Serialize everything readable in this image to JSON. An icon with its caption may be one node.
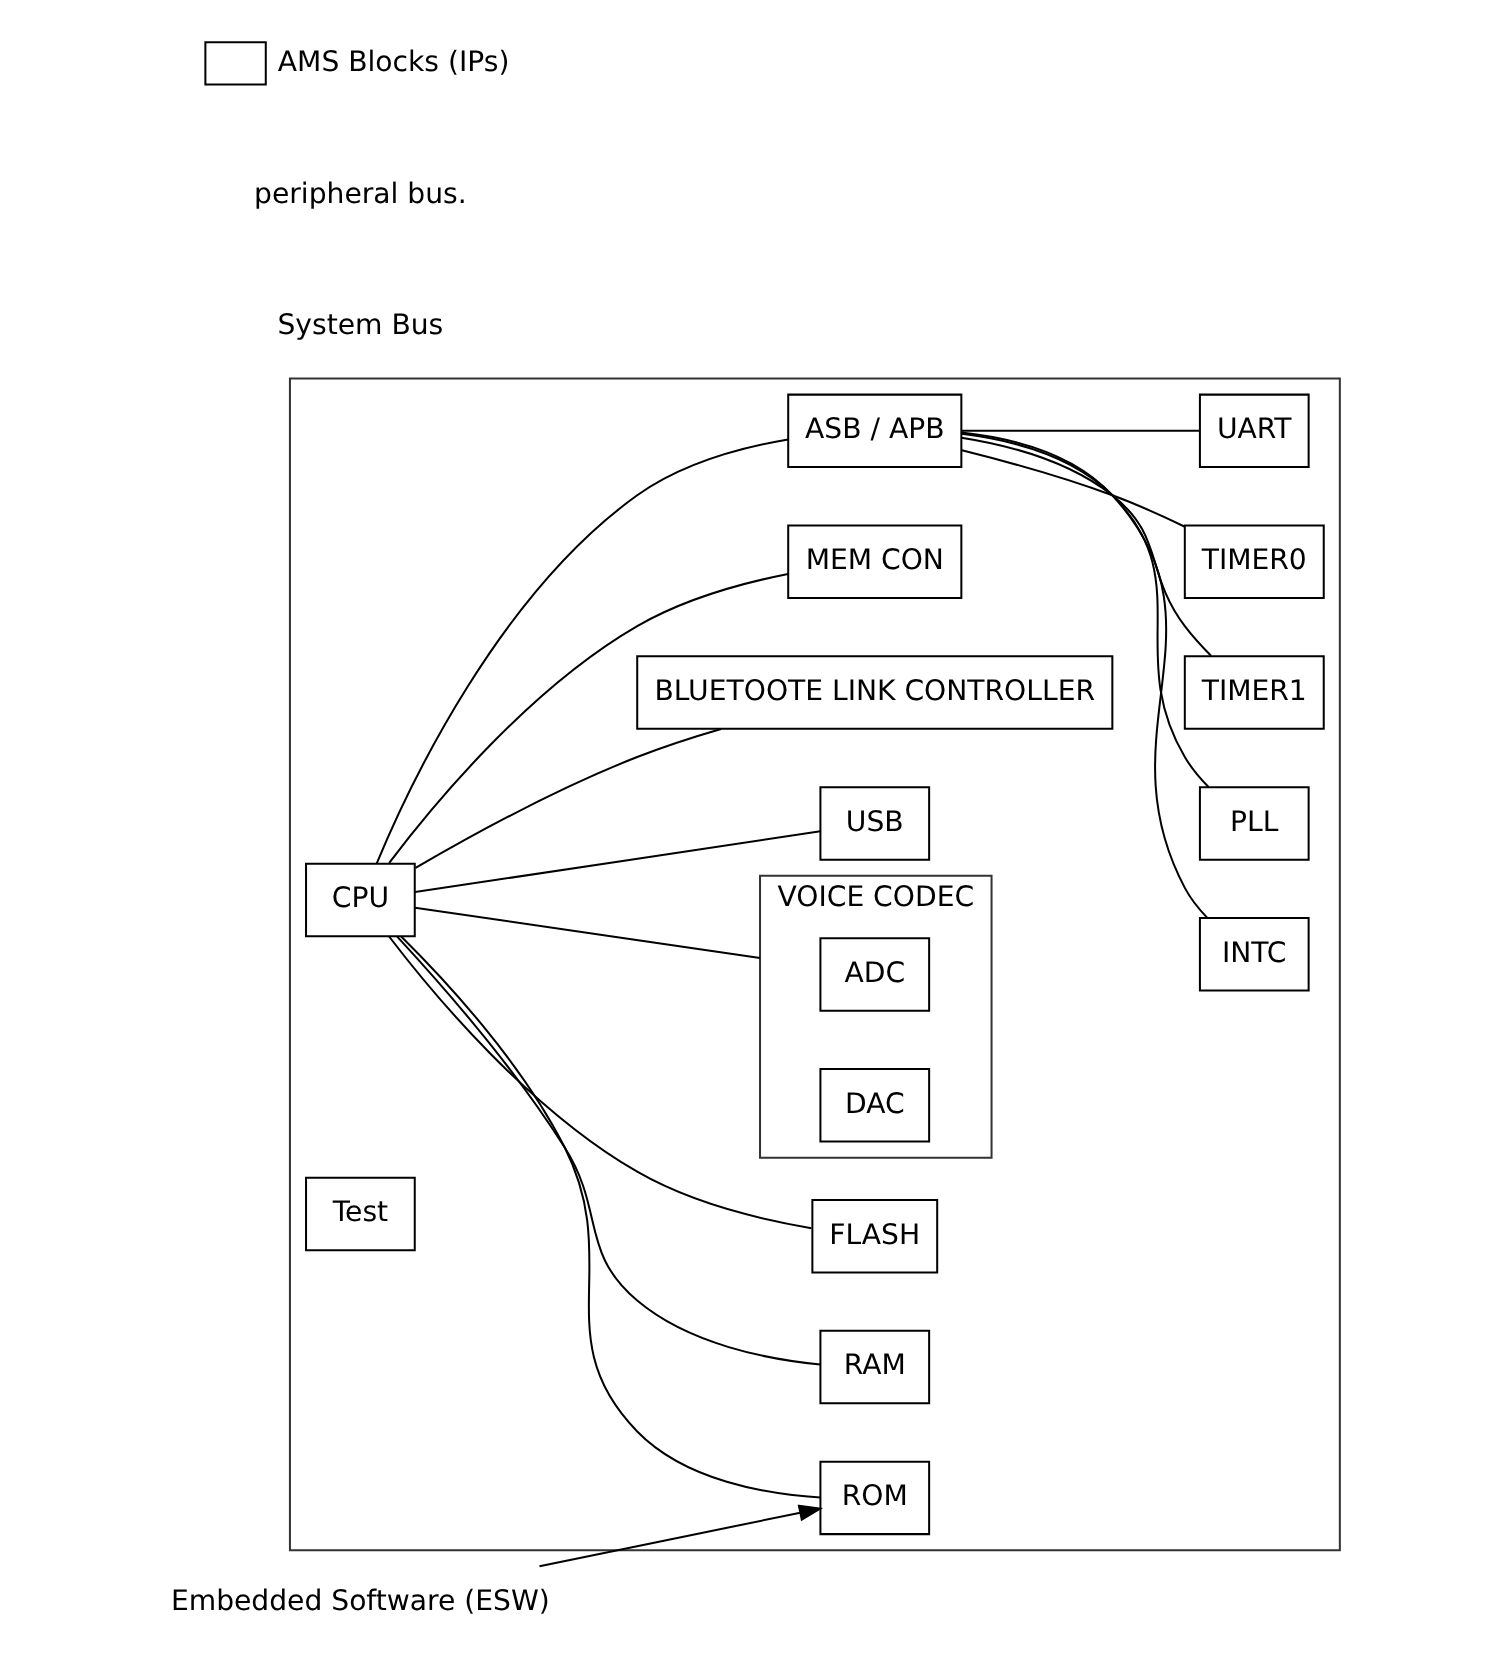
{
  "diagram": {
    "nodes": [
      {
        "text": [],
        "shape": "box"
      },
      {
        "text": [
          "Embedded Software (ESW)"
        ]
      },
      {
        "text": [
          "CPU"
        ],
        "in": 0
      },
      {
        "text": [
          "ROM"
        ],
        "in": 0
      },
      {
        "text": [
          "RAM"
        ],
        "in": 0
      },
      {
        "text": [
          "FLASH"
        ],
        "in": 0
      },
      {
        "text": [
          "VOICE CODEC"
        ],
        "in": 0
      },
      {
        "text": [
          "ADC"
        ],
        "in": 6
      },
      {
        "text": [
          "DAC"
        ],
        "in": 6
      },
      {
        "text": [
          "USB"
        ],
        "in": 0
      },
      {
        "text": [
          "BLUETOOTE LINK CONTROLLER"
        ],
        "in": 0
      },
      {
        "text": [
          "MEM CON"
        ],
        "in": 0
      },
      {
        "text": [
          "ASB / APB"
        ],
        "in": 0
      },
      {
        "text": [
          "INTC"
        ],
        "in": 0
      },
      {
        "text": [
          "PLL"
        ],
        "in": 0
      },
      {
        "text": [
          "TIMER1"
        ],
        "in": 0
      },
      {
        "text": [
          "TIMER0"
        ],
        "in": 0
      },
      {
        "text": [
          "Test"
        ],
        "in": 0
      },
      {
        "text": [
          "UART"
        ],
        "in": 0
      }
    ],
    "edges": [
      {
        "from": 1,
        "to": 3,
        "arrow": "to"
      },
      {
        "from": 2,
        "to": 3,
        "arrow": "none"
      },
      {
        "from": 2,
        "to": 4,
        "arrow": "none"
      },
      {
        "from": 2,
        "to": 5,
        "arrow": "none"
      },
      {
        "from": 2,
        "to": 6,
        "arrow": "none"
      },
      {
        "from": 2,
        "to": 9,
        "arrow": "none"
      },
      {
        "from": 2,
        "to": 10,
        "arrow": "none"
      },
      {
        "from": 2,
        "to": 11,
        "arrow": "none"
      },
      {
        "from": 2,
        "to": 12,
        "arrow": "none"
      },
      {
        "from": 12,
        "to": 13,
        "arrow": "none"
      },
      {
        "from": 12,
        "to": 14,
        "arrow": "none"
      },
      {
        "from": 12,
        "to": 15,
        "arrow": "none"
      },
      {
        "from": 12,
        "to": 16,
        "arrow": "none"
      },
      {
        "from": 12,
        "to": 18,
        "arrow": "none"
      }
    ],
    "labels": [
      "System Bus",
      "peripheral bus."
    ],
    "legend": [
      {
        "text": "AMS Blocks (IPs)"
      }
    ]
  }
}
